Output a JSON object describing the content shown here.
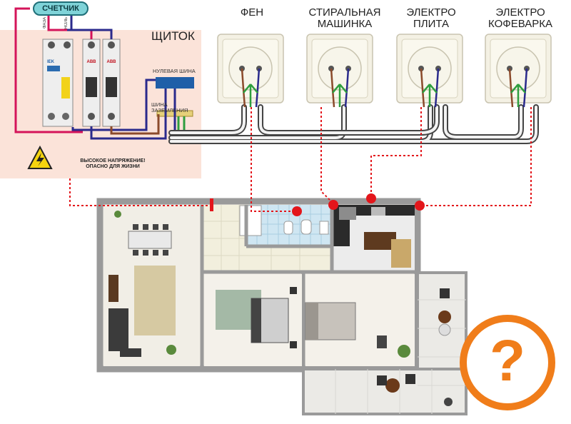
{
  "meter_label": "СЧЕТЧИК",
  "meter_wires": {
    "phase": "ФАЗА",
    "neutral": "НОЛЬ"
  },
  "panel": {
    "title": "ЩИТОК",
    "neutral_bus": "НУЛЕВАЯ ШИНА",
    "ground_bus": "ШИНА ЗАЗЕМЛЕНИЯ",
    "warning_line1": "ВЫСОКОЕ НАПРЯЖЕНИЕ!",
    "warning_line2": "ОПАСНО ДЛЯ ЖИЗНИ"
  },
  "breakers": {
    "rcd_brand": "IEK",
    "mcb_brand": "ABB"
  },
  "appliances": [
    {
      "line1": "ФЕН",
      "line2": ""
    },
    {
      "line1": "СТИРАЛЬНАЯ",
      "line2": "МАШИНКА"
    },
    {
      "line1": "ЭЛЕКТРО",
      "line2": "ПЛИТА"
    },
    {
      "line1": "ЭЛЕКТРО",
      "line2": "КОФЕВАРКА"
    }
  ],
  "question_mark": "?",
  "colors": {
    "panel_bg": "#fbe3d9",
    "accent_orange": "#f07d1a",
    "phase_wire": "#d4145a",
    "neutral_wire": "#2a2a8c",
    "ground_wire": "#2e9e3e",
    "brown_wire": "#8b4a2b",
    "marker_red": "#e3161b",
    "wall": "#9a9a9a"
  }
}
